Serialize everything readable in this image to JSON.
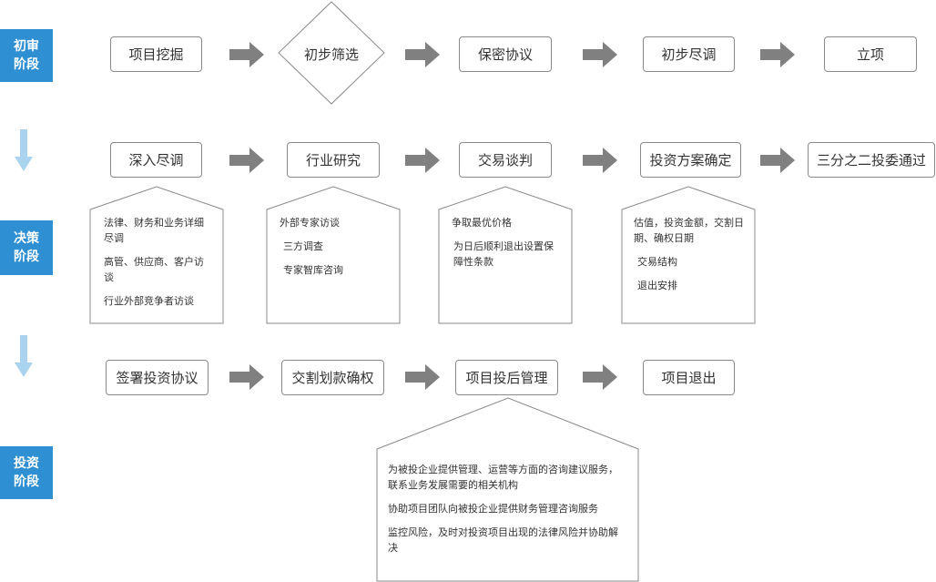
{
  "stages": {
    "s1": [
      "初审",
      "阶段"
    ],
    "s2": [
      "决策",
      "阶段"
    ],
    "s3": [
      "投资",
      "阶段"
    ]
  },
  "row1": [
    "项目挖掘",
    "初步筛选",
    "保密协议",
    "初步尽调",
    "立项"
  ],
  "row2": [
    "深入尽调",
    "行业研究",
    "交易谈判",
    "投资方案确定",
    "三分之二投委通过"
  ],
  "row3": [
    "签署投资协议",
    "交割划款确权",
    "项目投后管理",
    "项目退出"
  ],
  "notes": {
    "n1": [
      "法律、财务和业务详细尽调",
      "高管、供应商、客户访谈",
      "行业外部竞争者访谈"
    ],
    "n2": [
      "外部专家访谈",
      "三方调查",
      "专家智库咨询"
    ],
    "n3": [
      "争取最优价格",
      "为日后顺利退出设置保障性条款"
    ],
    "n4": [
      "估值，投资金额，交割日期、确权日期",
      "交易结构",
      "退出安排"
    ],
    "n5": [
      "为被投企业提供管理、运营等方面的咨询建议服务，联系业务发展需要的相关机构",
      "协助项目团队向被投企业提供财务管理咨询服务",
      "监控风险，及时对投资项目出现的法律风险并协助解决"
    ]
  },
  "colors": {
    "stage_bg": "#2f8fd3",
    "arrow": "#808080",
    "down_arrow": "#a9d3ee",
    "border": "#8a8a8a"
  }
}
